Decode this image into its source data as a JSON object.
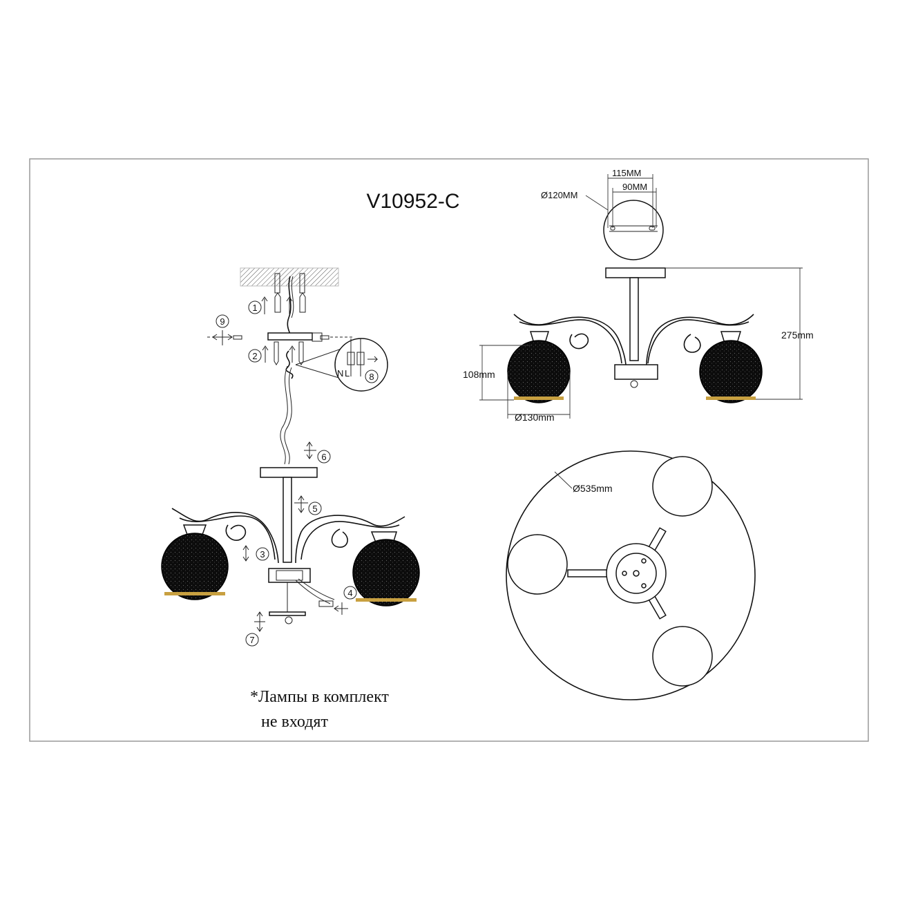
{
  "title": "V10952-C",
  "note": {
    "line1": "*Лампы в комплект",
    "line2": "не входят"
  },
  "steps": [
    "1",
    "2",
    "3",
    "4",
    "5",
    "6",
    "7",
    "8",
    "9"
  ],
  "wiring": {
    "neutral": "N",
    "live": "L"
  },
  "dimensions": {
    "canopy_outer": "115MM",
    "canopy_inner": "90MM",
    "canopy_diameter": "Ø120MM",
    "height": "275mm",
    "shade_height": "108mm",
    "shade_diameter": "Ø130mm",
    "overall_diameter": "Ø535mm"
  },
  "colors": {
    "line": "#111111",
    "shade": "#111111",
    "frame": "#888888",
    "rim": "#c8a040"
  }
}
